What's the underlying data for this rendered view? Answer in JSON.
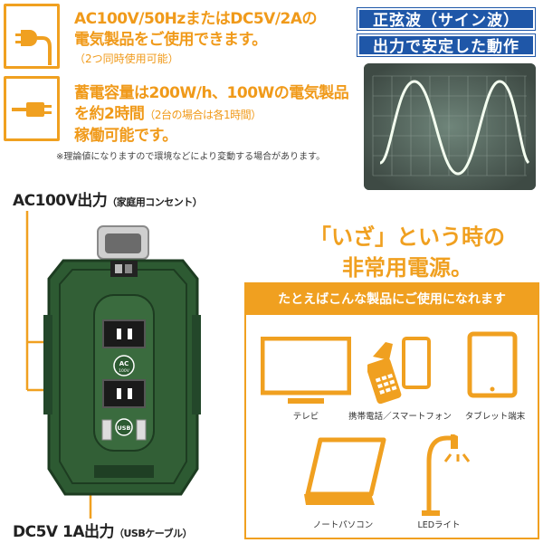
{
  "spec": {
    "line1": "AC100V/50HzまたはDC5V/2Aの",
    "line2": "電気製品をご使用できます。",
    "line3_small": "（2つ同時使用可能）",
    "line4": "蓄電容量は200W/h、100Wの電気製品",
    "line5_main": "を約2時間",
    "line5_small": "（2台の場合は各1時間）",
    "line6": "稼働可能です。",
    "note": "※理論値になりますので環境などにより変動する場合があります。"
  },
  "wave_title": {
    "line1": "正弦波（サイン波）",
    "line2": "出力で安定した動作"
  },
  "labels": {
    "ac_main": "AC100V出力",
    "ac_sub": "（家庭用コンセント）",
    "dc_main": "DC5V 1A出力",
    "dc_sub": "（USBケーブル）"
  },
  "device": {
    "ac_badge_top": "AC",
    "ac_badge_bottom": "100V",
    "usb_badge": "USB"
  },
  "headline": {
    "line1": "「いざ」という時の",
    "line2": "非常用電源。"
  },
  "panel": {
    "header": "たとえばこんな製品にご使用になれます",
    "items": [
      {
        "icon": "tv-icon",
        "label": "テレビ"
      },
      {
        "icon": "phone-icon",
        "label": "携帯電話／スマートフォン"
      },
      {
        "icon": "tablet-icon",
        "label": "タブレット端末"
      },
      {
        "icon": "laptop-icon",
        "label": "ノートパソコン"
      },
      {
        "icon": "led-light-icon",
        "label": "LEDライト"
      }
    ]
  },
  "colors": {
    "accent": "#f09a1a",
    "title_blue": "#1f57a8",
    "device_green": "#2d5a32"
  }
}
